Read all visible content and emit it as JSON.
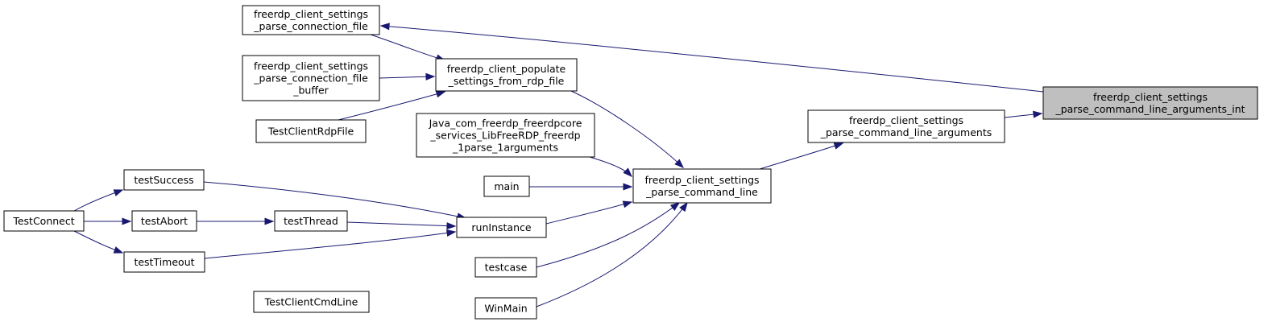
{
  "colors": {
    "edge": "#191970",
    "root_fill": "#bfbfbf",
    "node_fill": "#ffffff",
    "border": "#000000"
  },
  "root": "n_int",
  "nodes": [
    {
      "id": "n_int",
      "lines": [
        "freerdp_client_settings",
        "_parse_command_line_arguments_int"
      ]
    },
    {
      "id": "n_cla",
      "lines": [
        "freerdp_client_settings",
        "_parse_command_line_arguments"
      ]
    },
    {
      "id": "n_pcl",
      "lines": [
        "freerdp_client_settings",
        "_parse_command_line"
      ]
    },
    {
      "id": "n_pcf",
      "lines": [
        "freerdp_client_settings",
        "_parse_connection_file"
      ]
    },
    {
      "id": "n_pop",
      "lines": [
        "freerdp_client_populate",
        "_settings_from_rdp_file"
      ]
    },
    {
      "id": "n_pcfb",
      "lines": [
        "freerdp_client_settings",
        "_parse_connection_file",
        "_buffer"
      ]
    },
    {
      "id": "n_trdp",
      "lines": [
        "TestClientRdpFile"
      ]
    },
    {
      "id": "n_java",
      "lines": [
        "Java_com_freerdp_freerdpcore",
        "_services_LibFreeRDP_freerdp",
        "_1parse_1arguments"
      ]
    },
    {
      "id": "n_main",
      "lines": [
        "main"
      ]
    },
    {
      "id": "n_run",
      "lines": [
        "runInstance"
      ]
    },
    {
      "id": "n_tcase",
      "lines": [
        "testcase"
      ]
    },
    {
      "id": "n_win",
      "lines": [
        "WinMain"
      ]
    },
    {
      "id": "n_tsucc",
      "lines": [
        "testSuccess"
      ]
    },
    {
      "id": "n_tthr",
      "lines": [
        "testThread"
      ]
    },
    {
      "id": "n_tabort",
      "lines": [
        "testAbort"
      ]
    },
    {
      "id": "n_ttime",
      "lines": [
        "testTimeout"
      ]
    },
    {
      "id": "n_tconn",
      "lines": [
        "TestConnect"
      ]
    },
    {
      "id": "n_tcmd",
      "lines": [
        "TestClientCmdLine"
      ]
    }
  ],
  "edges": [
    {
      "from": "n_cla",
      "to": "n_int"
    },
    {
      "from": "n_pcf",
      "to": "n_int"
    },
    {
      "from": "n_pcl",
      "to": "n_cla"
    },
    {
      "from": "n_pop",
      "to": "n_pcl"
    },
    {
      "from": "n_java",
      "to": "n_pcl"
    },
    {
      "from": "n_main",
      "to": "n_pcl"
    },
    {
      "from": "n_run",
      "to": "n_pcl"
    },
    {
      "from": "n_tcase",
      "to": "n_pcl"
    },
    {
      "from": "n_win",
      "to": "n_pcl"
    },
    {
      "from": "n_pcf",
      "to": "n_pop"
    },
    {
      "from": "n_pcfb",
      "to": "n_pop"
    },
    {
      "from": "n_trdp",
      "to": "n_pop"
    },
    {
      "from": "n_tsucc",
      "to": "n_run"
    },
    {
      "from": "n_tthr",
      "to": "n_run"
    },
    {
      "from": "n_ttime",
      "to": "n_run"
    },
    {
      "from": "n_tabort",
      "to": "n_tthr"
    },
    {
      "from": "n_tconn",
      "to": "n_tsucc"
    },
    {
      "from": "n_tconn",
      "to": "n_tabort"
    },
    {
      "from": "n_tconn",
      "to": "n_ttime"
    },
    {
      "from": "n_tcmd",
      "to": "n_tcase"
    }
  ]
}
